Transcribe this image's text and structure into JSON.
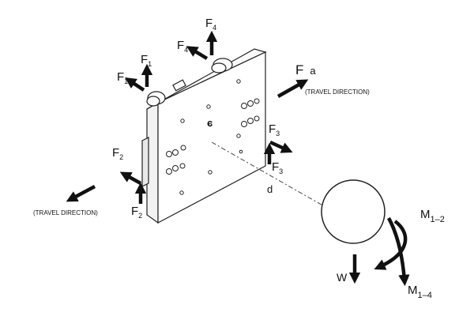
{
  "labels": {
    "f1a": "F",
    "f1a_sub": "1",
    "f1b": "F",
    "f1b_sub": "1",
    "f2a": "F",
    "f2a_sub": "2",
    "f2b": "F",
    "f2b_sub": "2",
    "f3a": "F",
    "f3a_sub": "3",
    "f3b": "F",
    "f3b_sub": "3",
    "f4a": "F",
    "f4a_sub": "4",
    "f4b": "F",
    "f4b_sub": "4",
    "fa": "F",
    "fa_sub": "a",
    "c": "c",
    "d": "d",
    "w": "W",
    "m12": "M",
    "m12_sub": "1–2",
    "m14": "M",
    "m14_sub": "1–4",
    "travel_right": "(TRAVEL DIRECTION)",
    "travel_left": "(TRAVEL DIRECTION)"
  }
}
